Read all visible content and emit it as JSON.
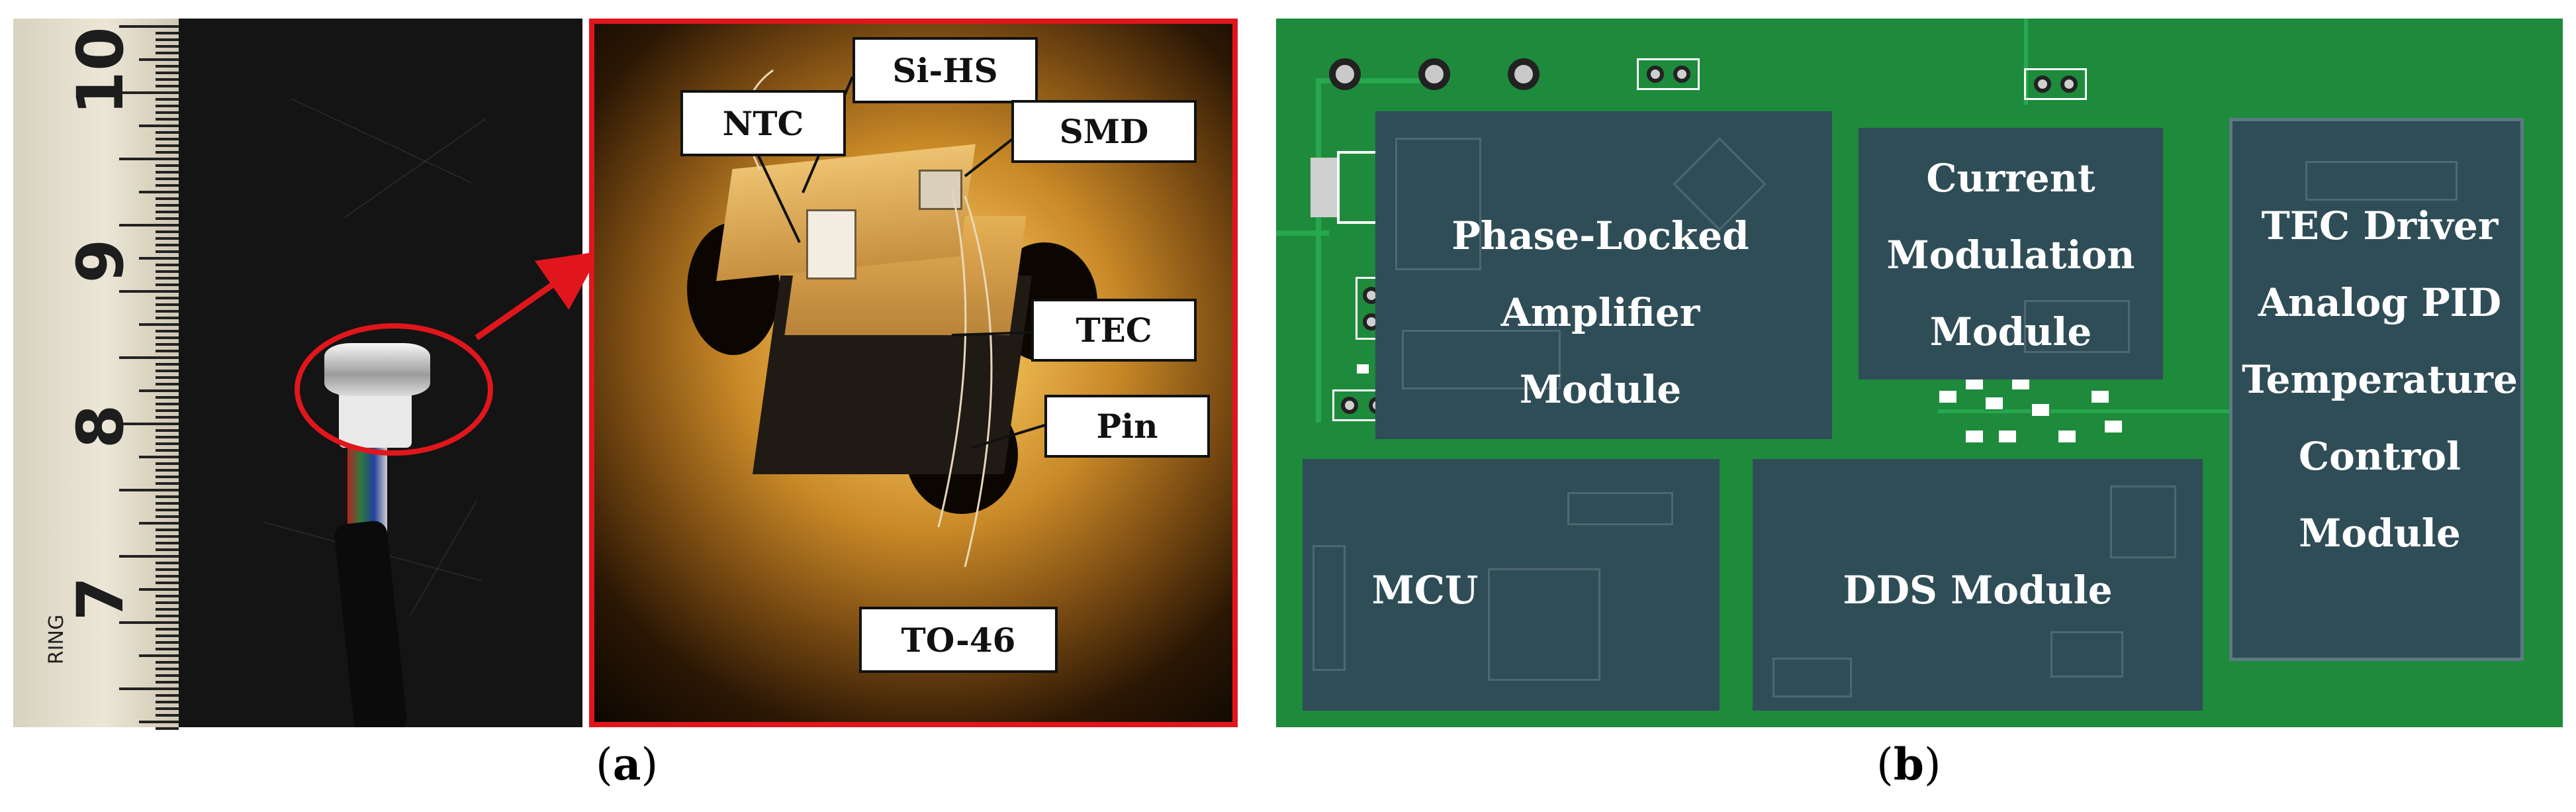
{
  "panel_a": {
    "ruler_numbers": [
      "10",
      "9",
      "8",
      "7"
    ],
    "ruler_text": "RING",
    "labels": {
      "ntc": "NTC",
      "si_hs": "Si-HS",
      "smd": "SMD",
      "tec": "TEC",
      "pin": "Pin",
      "to46": "TO-46"
    },
    "caption_open": "(",
    "caption_letter": "a",
    "caption_close": ")",
    "accent_color": "#e0161c"
  },
  "panel_b": {
    "modules": {
      "pla": [
        "Phase-Locked",
        "Amplifier",
        "Module"
      ],
      "cm": [
        "Current",
        "Modulation",
        "Module"
      ],
      "tec": [
        "TEC Driver",
        "Analog PID",
        "Temperature",
        "Control",
        "Module"
      ],
      "mcu": [
        "MCU"
      ],
      "dds": [
        "DDS Module"
      ]
    },
    "caption_open": "(",
    "caption_letter": "b",
    "caption_close": ")",
    "board_color": "#1e8a3c",
    "module_color": "#2f4d57"
  }
}
